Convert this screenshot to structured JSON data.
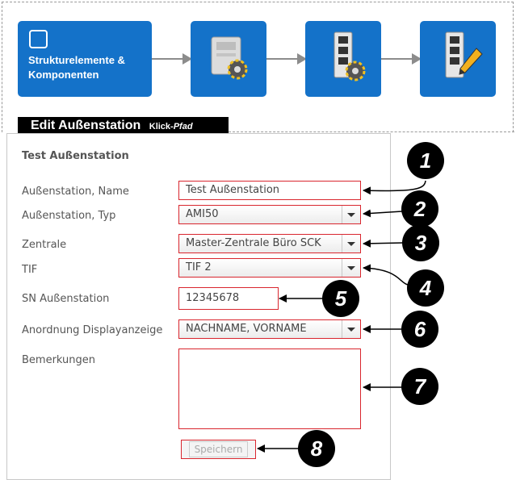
{
  "steps": {
    "step1_label_line1": "Strukturelemente &",
    "step1_label_line2": "Komponenten"
  },
  "tab": {
    "title": "Edit Außenstation",
    "sub_prefix": "Klick-",
    "sub_italic": "Pfad"
  },
  "form": {
    "title": "Test Außenstation",
    "fields": {
      "name_label": "Außenstation, Name",
      "name_value": "Test Außenstation",
      "type_label": "Außenstation, Typ",
      "type_value": "AMI50",
      "zentrale_label": "Zentrale",
      "zentrale_value": "Master-Zentrale Büro SCK",
      "tif_label": "TIF",
      "tif_value": "TIF 2",
      "sn_label": "SN Außenstation",
      "sn_value": "12345678",
      "display_label": "Anordnung Displayanzeige",
      "display_value": "NACHNAME, VORNAME",
      "remarks_label": "Bemerkungen",
      "remarks_value": ""
    },
    "save_label": "Speichern"
  },
  "callouts": [
    "1",
    "2",
    "3",
    "4",
    "5",
    "6",
    "7",
    "8"
  ],
  "colors": {
    "tile_blue": "#1472c9",
    "highlight_red": "#d9262e"
  }
}
